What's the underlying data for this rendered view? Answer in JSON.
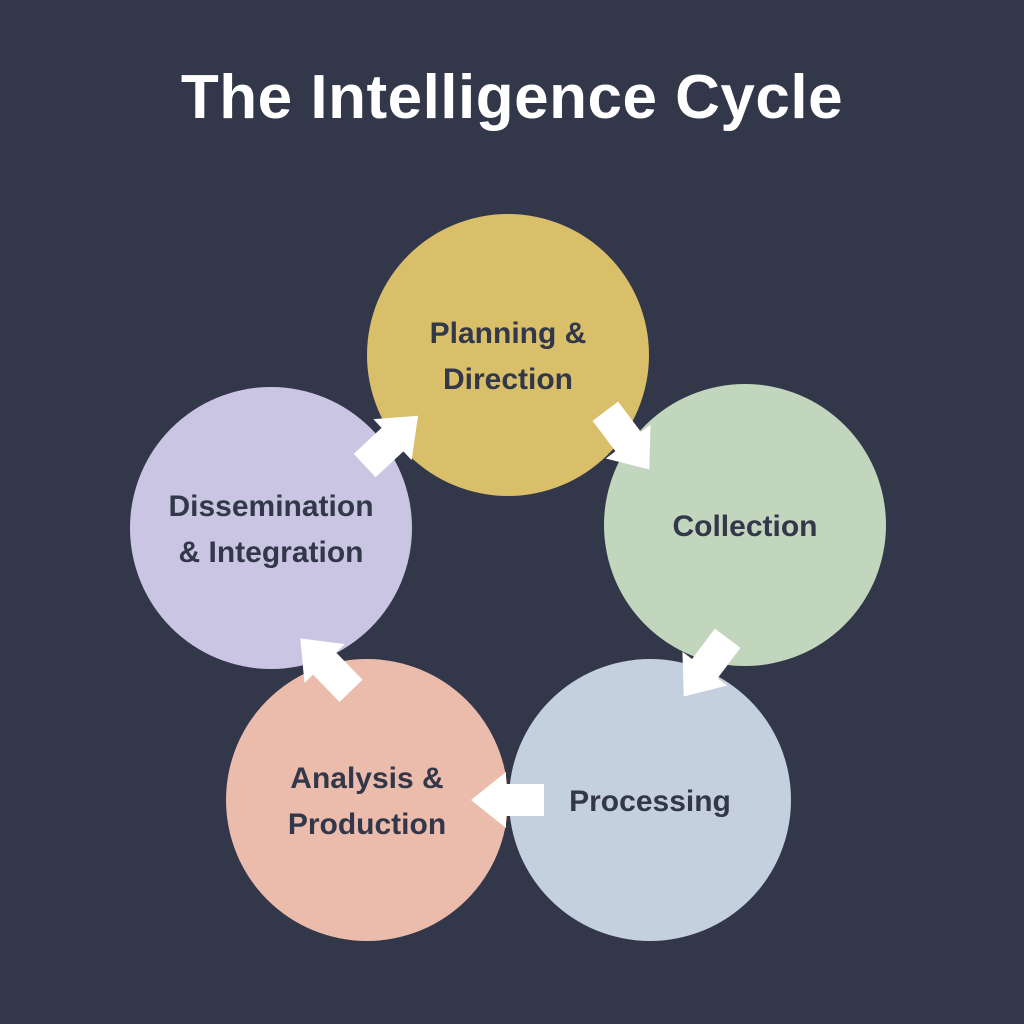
{
  "title": "The Intelligence Cycle",
  "stages": [
    {
      "lines": [
        "Planning &",
        "Direction"
      ],
      "color": "#d9bf6a"
    },
    {
      "lines": [
        "Collection"
      ],
      "color": "#c2d5bd"
    },
    {
      "lines": [
        "Processing"
      ],
      "color": "#c5d0de"
    },
    {
      "lines": [
        "Analysis &",
        "Production"
      ],
      "color": "#ebbcab"
    },
    {
      "lines": [
        "Dissemination",
        "& Integration"
      ],
      "color": "#cbc5e4"
    }
  ],
  "colors": {
    "background": "#323749",
    "text": "#323749",
    "arrow": "#ffffff"
  }
}
